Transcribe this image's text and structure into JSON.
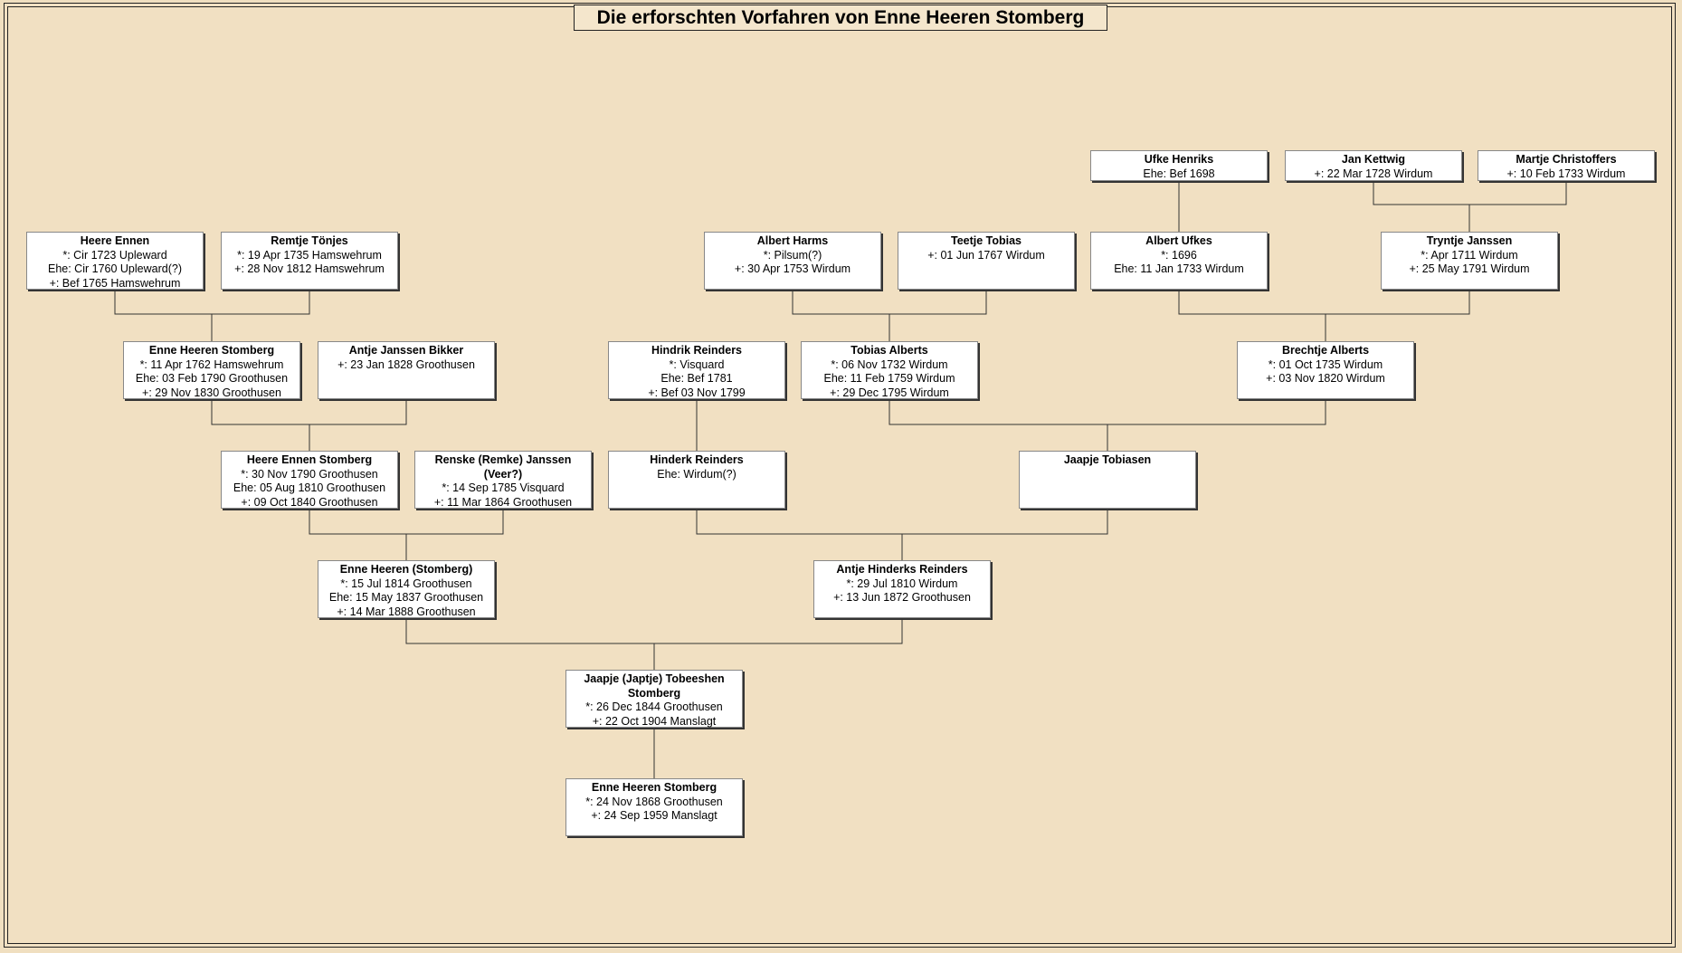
{
  "title": "Die erforschten Vorfahren von Enne Heeren Stomberg",
  "persons": [
    {
      "id": "ufke-henriks",
      "name": "Ufke Henriks",
      "lines": [
        "Ehe: Bef 1698"
      ]
    },
    {
      "id": "jan-kettwig",
      "name": "Jan Kettwig",
      "lines": [
        "+: 22 Mar 1728 Wirdum"
      ]
    },
    {
      "id": "martje-christoffers",
      "name": "Martje Christoffers",
      "lines": [
        "+: 10 Feb 1733 Wirdum"
      ]
    },
    {
      "id": "heere-ennen",
      "name": "Heere Ennen",
      "lines": [
        "*: Cir 1723 Upleward",
        "Ehe: Cir 1760 Upleward(?)",
        "+: Bef 1765 Hamswehrum"
      ]
    },
    {
      "id": "remtje-tonjes",
      "name": "Remtje Tönjes",
      "lines": [
        "*: 19 Apr 1735 Hamswehrum",
        "+: 28 Nov 1812 Hamswehrum"
      ]
    },
    {
      "id": "albert-harms",
      "name": "Albert Harms",
      "lines": [
        "*: Pilsum(?)",
        "+: 30 Apr 1753 Wirdum"
      ]
    },
    {
      "id": "teetje-tobias",
      "name": "Teetje Tobias",
      "lines": [
        "+: 01 Jun 1767 Wirdum"
      ]
    },
    {
      "id": "albert-ufkes",
      "name": "Albert Ufkes",
      "lines": [
        "*: 1696",
        "Ehe: 11 Jan 1733 Wirdum"
      ]
    },
    {
      "id": "tryntje-janssen",
      "name": "Tryntje Janssen",
      "lines": [
        "*: Apr 1711 Wirdum",
        "+: 25 May 1791 Wirdum"
      ]
    },
    {
      "id": "enne-heeren-stomberg-1762",
      "name": "Enne Heeren Stomberg",
      "lines": [
        "*: 11 Apr 1762 Hamswehrum",
        "Ehe: 03 Feb 1790 Groothusen",
        "+: 29 Nov 1830 Groothusen"
      ]
    },
    {
      "id": "antje-janssen-bikker",
      "name": "Antje Janssen Bikker",
      "lines": [
        "+: 23 Jan 1828 Groothusen"
      ]
    },
    {
      "id": "hindrik-reinders",
      "name": "Hindrik Reinders",
      "lines": [
        "*: Visquard",
        "Ehe: Bef 1781",
        "+: Bef 03 Nov 1799"
      ]
    },
    {
      "id": "tobias-alberts",
      "name": "Tobias Alberts",
      "lines": [
        "*: 06 Nov 1732 Wirdum",
        "Ehe: 11 Feb 1759 Wirdum",
        "+: 29 Dec 1795 Wirdum"
      ]
    },
    {
      "id": "brechtje-alberts",
      "name": "Brechtje Alberts",
      "lines": [
        "*: 01 Oct 1735 Wirdum",
        "+: 03 Nov 1820 Wirdum"
      ]
    },
    {
      "id": "heere-ennen-stomberg",
      "name": "Heere Ennen Stomberg",
      "lines": [
        "*: 30 Nov 1790 Groothusen",
        "Ehe: 05 Aug 1810 Groothusen",
        "+: 09 Oct 1840 Groothusen"
      ]
    },
    {
      "id": "renske-janssen",
      "name": "Renske (Remke) Janssen (Veer?)",
      "lines": [
        "*: 14 Sep 1785 Visquard",
        "+: 11 Mar 1864 Groothusen"
      ]
    },
    {
      "id": "hinderk-reinders",
      "name": "Hinderk Reinders",
      "lines": [
        "Ehe: Wirdum(?)"
      ]
    },
    {
      "id": "jaapje-tobiasen",
      "name": "Jaapje Tobiasen",
      "lines": []
    },
    {
      "id": "enne-heeren-stomberg-1814",
      "name": "Enne Heeren (Stomberg)",
      "lines": [
        "*: 15 Jul 1814 Groothusen",
        "Ehe: 15 May 1837 Groothusen",
        "+: 14 Mar 1888 Groothusen"
      ]
    },
    {
      "id": "antje-hinderks-reinders",
      "name": "Antje Hinderks Reinders",
      "lines": [
        "*: 29 Jul 1810 Wirdum",
        "+: 13 Jun 1872 Groothusen"
      ]
    },
    {
      "id": "jaapje-tobeeshen-stomberg",
      "name": "Jaapje (Japtje) Tobeeshen Stomberg",
      "lines": [
        "*: 26 Dec 1844 Groothusen",
        "+: 22 Oct 1904 Manslagt"
      ]
    },
    {
      "id": "enne-heeren-stomberg-1868",
      "name": "Enne Heeren Stomberg",
      "lines": [
        "*: 24 Nov 1868 Groothusen",
        "+: 24 Sep 1959 Manslagt"
      ]
    }
  ]
}
